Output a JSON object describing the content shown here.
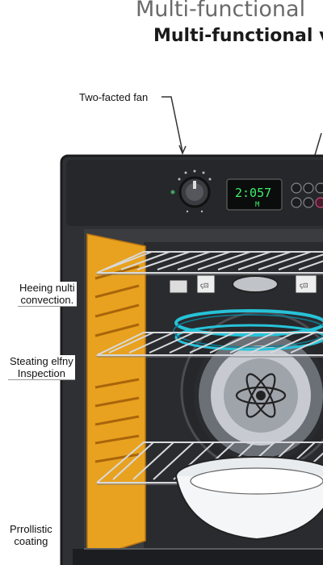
{
  "title": {
    "line1": "Multi-functional",
    "line2": "Multi-functional v"
  },
  "callouts": {
    "fan": "Two-facted fan",
    "heating_line1": "Heeing nulti",
    "heating_line2": "convection.",
    "steam_line1": "Steating elfny",
    "steam_line2": "Inspection",
    "coating_line1": "Prrollistic",
    "coating_line2": "coating"
  },
  "control_panel": {
    "display_time": "2:057",
    "display_sub": "M"
  },
  "colors": {
    "body": "#2f3033",
    "panel": "#26272a",
    "interior": "#3a3c40",
    "side_wall": "#e8a21f",
    "display_text": "#3ef06a",
    "fan_ring": "#27c3d9"
  },
  "icons": [
    "temperature-knob-icon",
    "fan-icon",
    "mode-button-icon"
  ]
}
